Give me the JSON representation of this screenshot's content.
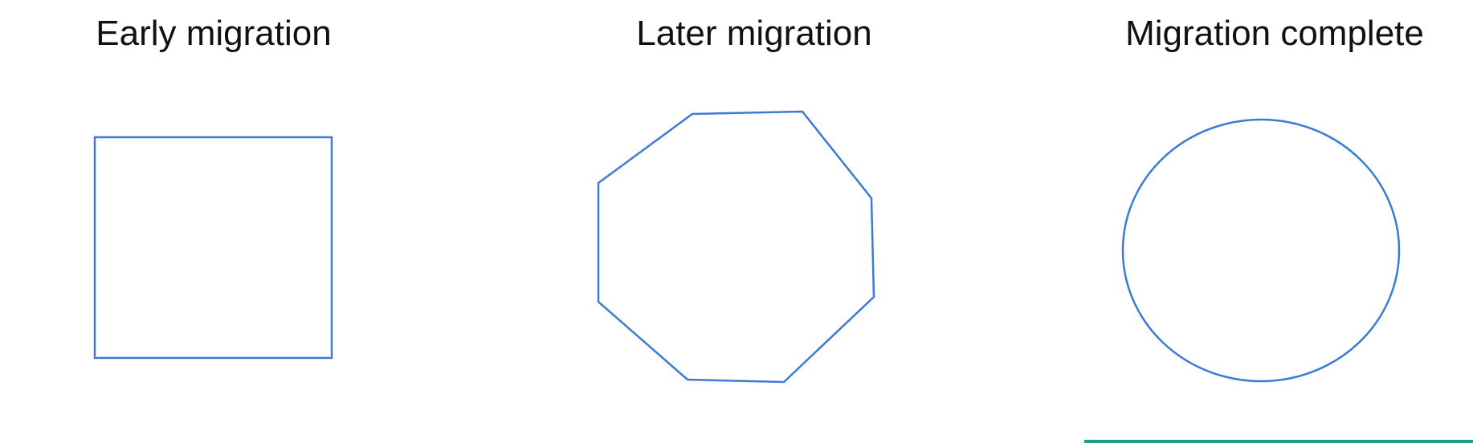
{
  "panels": [
    {
      "title": "Early migration",
      "shape": "square"
    },
    {
      "title": "Later migration",
      "shape": "octagon"
    },
    {
      "title": "Migration complete",
      "shape": "circle"
    }
  ],
  "colors": {
    "shape_stroke": "#3a7bd5",
    "title_text": "#111111",
    "bottom_rule": "#1f9e89"
  }
}
